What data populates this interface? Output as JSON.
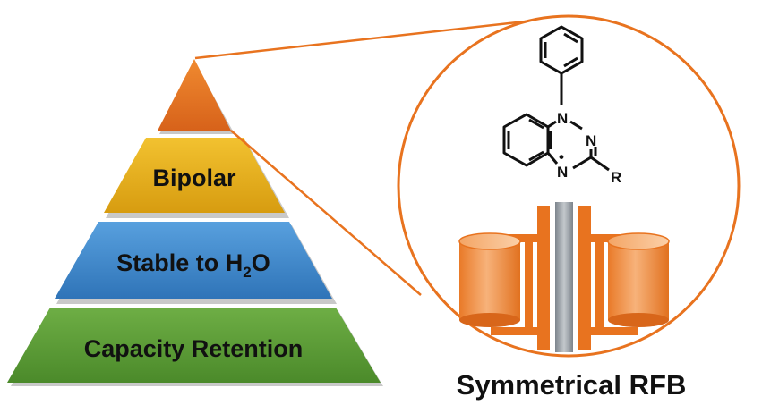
{
  "pyramid": {
    "tiers": [
      {
        "label": "Bipolar",
        "color": "#e2ac16"
      },
      {
        "label": "Stable to H",
        "subscript": "2",
        "suffix": "O",
        "color": "#3f87c9"
      },
      {
        "label": "Capacity Retention",
        "color": "#5c9a36"
      }
    ],
    "apex_color": "#e8731f"
  },
  "molecule": {
    "atoms": {
      "n1": "N",
      "n2": "N",
      "n4": "N",
      "r": "R"
    },
    "radical_dot": "•"
  },
  "battery": {
    "tank_color": "#f29a50",
    "frame_color": "#e8731f",
    "membrane_color": "#9aa1a8"
  },
  "callout": {
    "circle_color": "#e8731f"
  },
  "caption": "Symmetrical RFB"
}
